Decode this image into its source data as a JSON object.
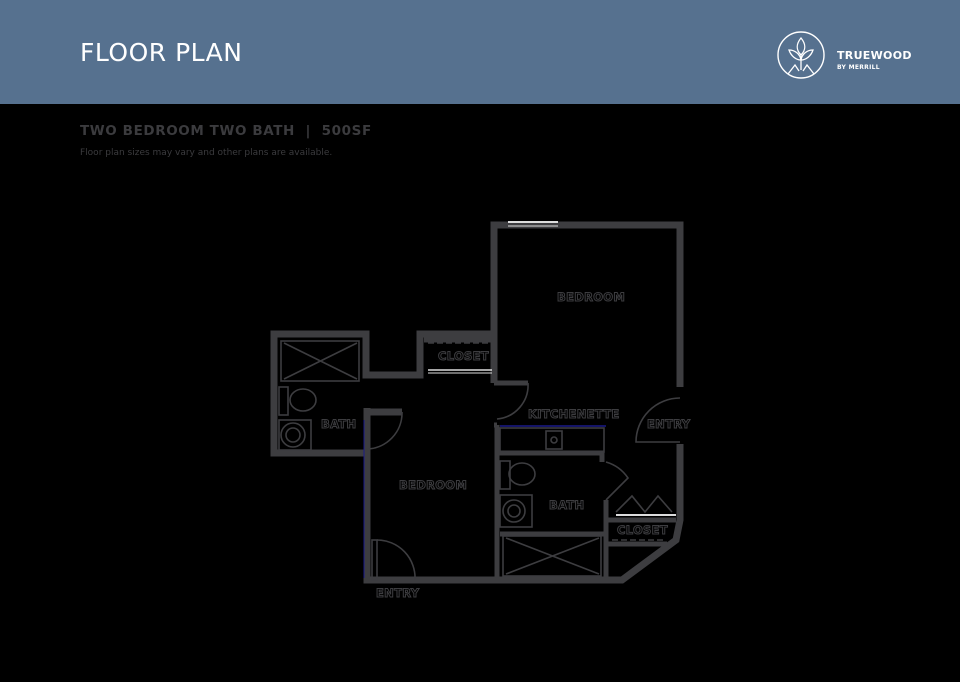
{
  "header": {
    "title": "FLOOR PLAN",
    "background_color": "#56718f",
    "logo": {
      "icon": "leaf-circle-logo-icon",
      "name": "TRUEWOOD",
      "sub": "BY MERRILL"
    }
  },
  "unit": {
    "headline": "TWO BEDROOM TWO BATH  |  500SF",
    "disclaimer": "Floor plan sizes may vary and other plans are available."
  },
  "floor_plan": {
    "wall_color": "#3d3d40",
    "rooms": [
      {
        "id": "bedroom-main",
        "label": "BEDROOM"
      },
      {
        "id": "closet-top",
        "label": "CLOSET"
      },
      {
        "id": "kitchenette",
        "label": "KITCHENETTE"
      },
      {
        "id": "entry-right",
        "label": "ENTRY"
      },
      {
        "id": "bath-left",
        "label": "BATH"
      },
      {
        "id": "bedroom-second",
        "label": "BEDROOM"
      },
      {
        "id": "bath-right",
        "label": "BATH"
      },
      {
        "id": "closet-bottom",
        "label": "CLOSET"
      },
      {
        "id": "entry-bottom",
        "label": "ENTRY"
      }
    ]
  }
}
